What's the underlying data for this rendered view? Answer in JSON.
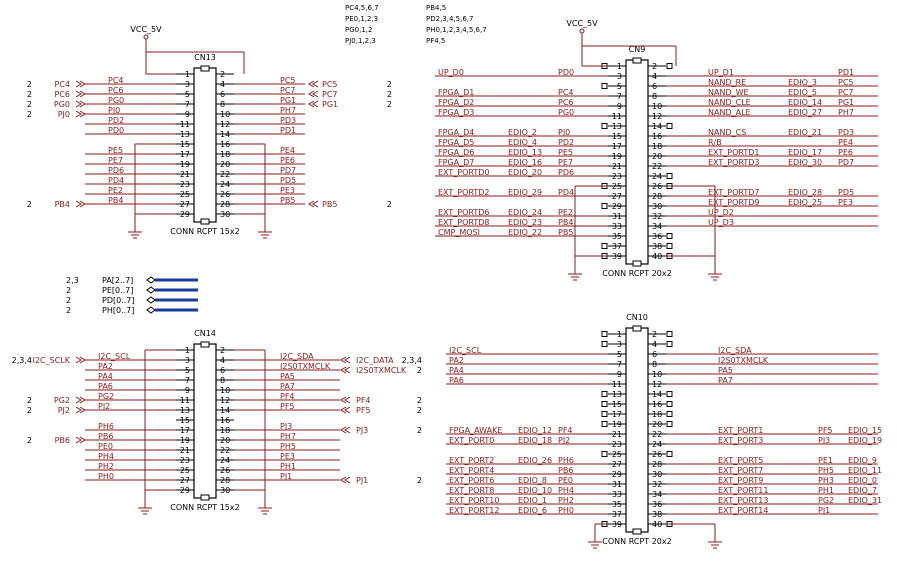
{
  "colors": {
    "wire": "#8b1a1a",
    "label": "#8b1a1a",
    "ink": "#000000",
    "bus": "#1a3a9a",
    "pin": "#000000",
    "marker": "#8b1a1a"
  },
  "header_notes": {
    "left": [
      "PC4,5,6,7",
      "PE0,1,2,3",
      "PG0,1,2",
      "PJ0,1,2,3"
    ],
    "right": [
      "PB4,5",
      "PD2,3,4,5,6,7",
      "PH0,1,2,3,4,5,6,7",
      "PF4,5"
    ]
  },
  "bus": [
    {
      "page": "2,3",
      "name": "PA[2..7]"
    },
    {
      "page": "2",
      "name": "PE[0..7]"
    },
    {
      "page": "2",
      "name": "PD[0..7]"
    },
    {
      "page": "2",
      "name": "PH[0..7]"
    }
  ],
  "connectors": [
    {
      "id": "CN13",
      "name": "CONN RCPT 15x2",
      "vcc": "VCC_5V",
      "pins_per_side": 15,
      "pins": [
        {
          "n": 1,
          "sig": ""
        },
        {
          "n": 2,
          "sig": ""
        },
        {
          "n": 3,
          "sig": "PC4"
        },
        {
          "n": 4,
          "sig": "PC5"
        },
        {
          "n": 5,
          "sig": "PC6"
        },
        {
          "n": 6,
          "sig": "PC7"
        },
        {
          "n": 7,
          "sig": "PG0"
        },
        {
          "n": 8,
          "sig": "PG1"
        },
        {
          "n": 9,
          "sig": "PJ0"
        },
        {
          "n": 10,
          "sig": "PH7"
        },
        {
          "n": 11,
          "sig": "PD2"
        },
        {
          "n": 12,
          "sig": "PD3"
        },
        {
          "n": 13,
          "sig": "PD0"
        },
        {
          "n": 14,
          "sig": "PD1"
        },
        {
          "n": 15,
          "sig": ""
        },
        {
          "n": 16,
          "sig": ""
        },
        {
          "n": 17,
          "sig": "PE5"
        },
        {
          "n": 18,
          "sig": "PE4"
        },
        {
          "n": 19,
          "sig": "PE7"
        },
        {
          "n": 20,
          "sig": "PE6"
        },
        {
          "n": 21,
          "sig": "PD6"
        },
        {
          "n": 22,
          "sig": "PD7"
        },
        {
          "n": 23,
          "sig": "PD4"
        },
        {
          "n": 24,
          "sig": "PD5"
        },
        {
          "n": 25,
          "sig": "PE2"
        },
        {
          "n": 26,
          "sig": "PE3"
        },
        {
          "n": 27,
          "sig": "PB4"
        },
        {
          "n": 28,
          "sig": "PB5"
        },
        {
          "n": 29,
          "sig": ""
        },
        {
          "n": 30,
          "sig": ""
        }
      ],
      "left_ports": [
        {
          "pin": 3,
          "page": "2",
          "name": "PC4"
        },
        {
          "pin": 5,
          "page": "2",
          "name": "PC6"
        },
        {
          "pin": 7,
          "page": "2",
          "name": "PG0"
        },
        {
          "pin": 9,
          "page": "2",
          "name": "PJ0"
        },
        {
          "pin": 27,
          "page": "2",
          "name": "PB4"
        }
      ],
      "right_ports": [
        {
          "pin": 4,
          "page": "2",
          "name": "PC5"
        },
        {
          "pin": 6,
          "page": "2",
          "name": "PC7"
        },
        {
          "pin": 8,
          "page": "2",
          "name": "PG1"
        },
        {
          "pin": 28,
          "page": "2",
          "name": "PB5"
        }
      ]
    },
    {
      "id": "CN14",
      "name": "CONN RCPT 15x2",
      "vcc": "",
      "pins_per_side": 15,
      "pins": [
        {
          "n": 1,
          "sig": ""
        },
        {
          "n": 2,
          "sig": ""
        },
        {
          "n": 3,
          "sig": "I2C_SCL"
        },
        {
          "n": 4,
          "sig": "I2C_SDA"
        },
        {
          "n": 5,
          "sig": "PA2"
        },
        {
          "n": 6,
          "sig": "I2S0TXMCLK"
        },
        {
          "n": 7,
          "sig": "PA4"
        },
        {
          "n": 8,
          "sig": "PA5"
        },
        {
          "n": 9,
          "sig": "PA6"
        },
        {
          "n": 10,
          "sig": "PA7"
        },
        {
          "n": 11,
          "sig": "PG2"
        },
        {
          "n": 12,
          "sig": "PF4"
        },
        {
          "n": 13,
          "sig": "PJ2"
        },
        {
          "n": 14,
          "sig": "PF5"
        },
        {
          "n": 15,
          "sig": ""
        },
        {
          "n": 16,
          "sig": ""
        },
        {
          "n": 17,
          "sig": "PH6"
        },
        {
          "n": 18,
          "sig": "PJ3"
        },
        {
          "n": 19,
          "sig": "PB6"
        },
        {
          "n": 20,
          "sig": "PH7"
        },
        {
          "n": 21,
          "sig": "PE0"
        },
        {
          "n": 22,
          "sig": "PH5"
        },
        {
          "n": 23,
          "sig": "PH4"
        },
        {
          "n": 24,
          "sig": "PE3"
        },
        {
          "n": 25,
          "sig": "PH2"
        },
        {
          "n": 26,
          "sig": "PH1"
        },
        {
          "n": 27,
          "sig": "PH0"
        },
        {
          "n": 28,
          "sig": "PJ1"
        },
        {
          "n": 29,
          "sig": ""
        },
        {
          "n": 30,
          "sig": ""
        }
      ],
      "left_ports": [
        {
          "pin": 3,
          "page": "2,3,4",
          "name": "I2C_SCLK"
        },
        {
          "pin": 11,
          "page": "2",
          "name": "PG2"
        },
        {
          "pin": 13,
          "page": "2",
          "name": "PJ2"
        },
        {
          "pin": 19,
          "page": "2",
          "name": "PB6"
        }
      ],
      "right_ports": [
        {
          "pin": 4,
          "page": "2,3,4",
          "name": "I2C_DATA"
        },
        {
          "pin": 6,
          "page": "2",
          "name": "I2S0TXMCLK"
        },
        {
          "pin": 12,
          "page": "2",
          "name": "PF4"
        },
        {
          "pin": 14,
          "page": "2",
          "name": "PF5"
        },
        {
          "pin": 18,
          "page": "2",
          "name": "PJ3"
        },
        {
          "pin": 28,
          "page": "2",
          "name": "PJ1"
        }
      ]
    },
    {
      "id": "CN9",
      "name": "CONN RCPT 20x2",
      "vcc": "VCC_5V",
      "pins_per_side": 20,
      "pins": [
        {
          "n": 1,
          "sig": "",
          "l": "",
          "p": ""
        },
        {
          "n": 2,
          "sig": "",
          "l": "",
          "p": ""
        },
        {
          "n": 3,
          "sig": "UP_D0",
          "l": "",
          "p": "PD0"
        },
        {
          "n": 4,
          "sig": "UP_D1",
          "l": "",
          "p": "PD1"
        },
        {
          "n": 5,
          "sig": "",
          "l": "",
          "p": ""
        },
        {
          "n": 6,
          "sig": "NAND_RE",
          "l": "EDIO_3",
          "p": "PC5"
        },
        {
          "n": 7,
          "sig": "FPGA_D1",
          "l": "",
          "p": "PC4"
        },
        {
          "n": 8,
          "sig": "NAND_WE",
          "l": "EDIO_5",
          "p": "PC7"
        },
        {
          "n": 9,
          "sig": "FPGA_D2",
          "l": "",
          "p": "PC6"
        },
        {
          "n": 10,
          "sig": "NAND_CLE",
          "l": "EDIO_14",
          "p": "PG1"
        },
        {
          "n": 11,
          "sig": "FPGA_D3",
          "l": "",
          "p": "PG0"
        },
        {
          "n": 12,
          "sig": "NAND_ALE",
          "l": "EDIO_27",
          "p": "PH7"
        },
        {
          "n": 13,
          "sig": "",
          "l": "",
          "p": ""
        },
        {
          "n": 14,
          "sig": "",
          "l": "",
          "p": ""
        },
        {
          "n": 15,
          "sig": "FPGA_D4",
          "l": "EDIO_2",
          "p": "PJ0"
        },
        {
          "n": 16,
          "sig": "NAND_CS",
          "l": "EDIO_21",
          "p": "PD3"
        },
        {
          "n": 17,
          "sig": "FPGA_D5",
          "l": "EDIO_4",
          "p": "PD2"
        },
        {
          "n": 18,
          "sig": "R/B",
          "l": "",
          "p": "PE4"
        },
        {
          "n": 19,
          "sig": "FPGA_D6",
          "l": "EDIO_13",
          "p": "PE5"
        },
        {
          "n": 20,
          "sig": "EXT_PORTD1",
          "l": "EDIO_17",
          "p": "PE6"
        },
        {
          "n": 21,
          "sig": "FPGA_D7",
          "l": "EDIO_16",
          "p": "PE7"
        },
        {
          "n": 22,
          "sig": "EXT_PORTD3",
          "l": "EDIO_30",
          "p": "PD7"
        },
        {
          "n": 23,
          "sig": "EXT_PORTD0",
          "l": "EDIO_20",
          "p": "PD6"
        },
        {
          "n": 24,
          "sig": "",
          "l": "",
          "p": ""
        },
        {
          "n": 25,
          "sig": "",
          "l": "",
          "p": ""
        },
        {
          "n": 26,
          "sig": "",
          "l": "",
          "p": ""
        },
        {
          "n": 27,
          "sig": "EXT_PORTD2",
          "l": "EDIO_29",
          "p": "PD4"
        },
        {
          "n": 28,
          "sig": "EXT_PORTD7",
          "l": "EDIO_28",
          "p": "PD5"
        },
        {
          "n": 29,
          "sig": "",
          "l": "",
          "p": ""
        },
        {
          "n": 30,
          "sig": "EXT_PORTD9",
          "l": "EDIO_25",
          "p": "PE3"
        },
        {
          "n": 31,
          "sig": "EXT_PORTD6",
          "l": "EDIO_24",
          "p": "PE2"
        },
        {
          "n": 32,
          "sig": "UP_D2",
          "l": "",
          "p": ""
        },
        {
          "n": 33,
          "sig": "EXT_PORTD8",
          "l": "EDIO_23",
          "p": "PB4"
        },
        {
          "n": 34,
          "sig": "UP_D3",
          "l": "",
          "p": ""
        },
        {
          "n": 35,
          "sig": "CMP_MOSI",
          "l": "EDIO_22",
          "p": "PB5"
        },
        {
          "n": 36,
          "sig": "",
          "l": "",
          "p": ""
        },
        {
          "n": 37,
          "sig": "",
          "l": "",
          "p": ""
        },
        {
          "n": 38,
          "sig": "",
          "l": "",
          "p": ""
        },
        {
          "n": 39,
          "sig": "",
          "l": "",
          "p": ""
        },
        {
          "n": 40,
          "sig": "",
          "l": "",
          "p": ""
        }
      ]
    },
    {
      "id": "CN10",
      "name": "CONN RCPT 20x2",
      "vcc": "",
      "pins_per_side": 20,
      "pins": [
        {
          "n": 1,
          "sig": "",
          "l": "",
          "p": ""
        },
        {
          "n": 2,
          "sig": "",
          "l": "",
          "p": ""
        },
        {
          "n": 3,
          "sig": "",
          "l": "",
          "p": ""
        },
        {
          "n": 4,
          "sig": "",
          "l": "",
          "p": ""
        },
        {
          "n": 5,
          "sig": "I2C_SCL",
          "l": "",
          "p": ""
        },
        {
          "n": 6,
          "sig": "I2C_SDA",
          "l": "",
          "p": ""
        },
        {
          "n": 7,
          "sig": "PA2",
          "l": "",
          "p": ""
        },
        {
          "n": 8,
          "sig": "I2S0TXMCLK",
          "l": "",
          "p": ""
        },
        {
          "n": 9,
          "sig": "PA4",
          "l": "",
          "p": ""
        },
        {
          "n": 10,
          "sig": "PA5",
          "l": "",
          "p": ""
        },
        {
          "n": 11,
          "sig": "PA6",
          "l": "",
          "p": ""
        },
        {
          "n": 12,
          "sig": "PA7",
          "l": "",
          "p": ""
        },
        {
          "n": 13,
          "sig": "",
          "l": "",
          "p": ""
        },
        {
          "n": 14,
          "sig": "",
          "l": "",
          "p": ""
        },
        {
          "n": 15,
          "sig": "",
          "l": "",
          "p": ""
        },
        {
          "n": 16,
          "sig": "",
          "l": "",
          "p": ""
        },
        {
          "n": 17,
          "sig": "",
          "l": "",
          "p": ""
        },
        {
          "n": 18,
          "sig": "",
          "l": "",
          "p": ""
        },
        {
          "n": 19,
          "sig": "",
          "l": "",
          "p": ""
        },
        {
          "n": 20,
          "sig": "",
          "l": "",
          "p": ""
        },
        {
          "n": 21,
          "sig": "FPGA_AWAKE",
          "l": "EDIO_12",
          "p": "PF4"
        },
        {
          "n": 22,
          "sig": "EXT_PORT1",
          "l": "EDIO_15",
          "p": "PF5"
        },
        {
          "n": 23,
          "sig": "EXT_PORT0",
          "l": "EDIO_18",
          "p": "PJ2"
        },
        {
          "n": 24,
          "sig": "EXT_PORT3",
          "l": "EDIO_19",
          "p": "PJ3"
        },
        {
          "n": 25,
          "sig": "",
          "l": "",
          "p": ""
        },
        {
          "n": 26,
          "sig": "",
          "l": "",
          "p": ""
        },
        {
          "n": 27,
          "sig": "EXT_PORT2",
          "l": "EDIO_26",
          "p": "PH6"
        },
        {
          "n": 28,
          "sig": "EXT_PORT5",
          "l": "EDIO_9",
          "p": "PE1"
        },
        {
          "n": 29,
          "sig": "EXT_PORT4",
          "l": "",
          "p": "PB6"
        },
        {
          "n": 30,
          "sig": "EXT_PORT7",
          "l": "EDIO_11",
          "p": "PH5"
        },
        {
          "n": 31,
          "sig": "EXT_PORT6",
          "l": "EDIO_8",
          "p": "PE0"
        },
        {
          "n": 32,
          "sig": "EXT_PORT9",
          "l": "EDIO_0",
          "p": "PH3"
        },
        {
          "n": 33,
          "sig": "EXT_PORT8",
          "l": "EDIO_10",
          "p": "PH4"
        },
        {
          "n": 34,
          "sig": "EXT_PORT11",
          "l": "EDIO_7",
          "p": "PH1"
        },
        {
          "n": 35,
          "sig": "EXT_PORT10",
          "l": "EDIO_1",
          "p": "PH2"
        },
        {
          "n": 36,
          "sig": "EXT_PORT13",
          "l": "EDIO_31",
          "p": "PG2"
        },
        {
          "n": 37,
          "sig": "EXT_PORT12",
          "l": "EDIO_6",
          "p": "PH0"
        },
        {
          "n": 38,
          "sig": "EXT_PORT14",
          "l": "",
          "p": "PJ1"
        },
        {
          "n": 39,
          "sig": "",
          "l": "",
          "p": ""
        },
        {
          "n": 40,
          "sig": "",
          "l": "",
          "p": ""
        }
      ]
    }
  ]
}
